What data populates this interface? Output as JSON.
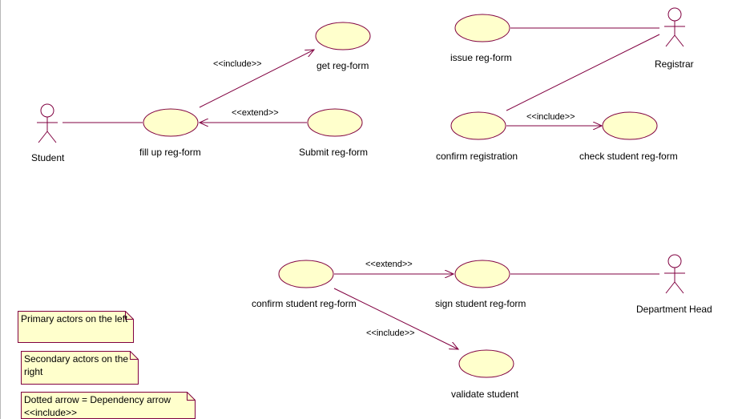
{
  "colors": {
    "line": "#800040",
    "usecase_fill": "#ffffcc",
    "note_fill": "#ffffcc",
    "note_border": "#800040"
  },
  "actors": {
    "student": "Student",
    "registrar": "Registrar",
    "department_head": "Department Head"
  },
  "use_cases": {
    "get_reg_form": "get reg-form",
    "fill_up_reg_form": "fill up reg-form",
    "submit_reg_form": "Submit reg-form",
    "issue_reg_form": "issue reg-form",
    "confirm_registration": "confirm registration",
    "check_student_reg_form": "check student reg-form",
    "confirm_student_reg_form": "confirm student reg-form",
    "sign_student_reg_form": "sign student reg-form",
    "validate_student": "validate student"
  },
  "relations": {
    "include_get": "<<include>>",
    "extend_fill": "<<extend>>",
    "include_check": "<<include>>",
    "extend_sign": "<<extend>>",
    "include_validate": "<<include>>"
  },
  "notes": {
    "primary": "Primary actors on the left",
    "secondary": "Secondary actors on the right",
    "dotted": "Dotted arrow = Dependency arrow <<include>>"
  }
}
